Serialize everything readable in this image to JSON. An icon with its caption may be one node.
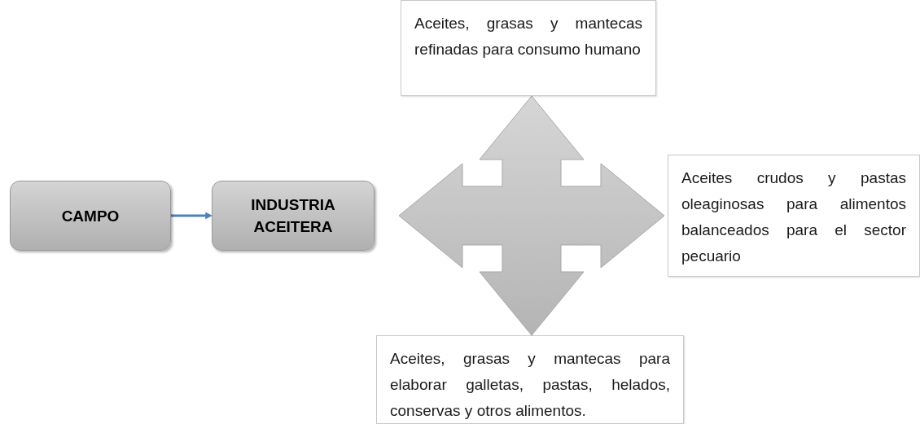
{
  "diagram": {
    "nodes": [
      {
        "text": [
          "CAMPO"
        ]
      },
      {
        "text": [
          "INDUSTRIA ACEITERA"
        ]
      },
      {
        "text": [
          "Aceites, grasas y mantecas refinadas para consumo humano"
        ]
      },
      {
        "text": [
          "Aceites crudos y pastas oleaginosas para alimentos balanceados para el sector pecuario"
        ]
      },
      {
        "text": [
          "Aceites, grasas y mantecas para elaborar galletas, pastas, helados, conservas y otros alimentos."
        ]
      }
    ],
    "edges": [
      {
        "from": 0,
        "to": 1,
        "arrow": "to"
      },
      {
        "from": 1,
        "to": 2,
        "arrow": "both"
      },
      {
        "from": 1,
        "to": 3,
        "arrow": "both"
      },
      {
        "from": 1,
        "to": 4,
        "arrow": "both"
      }
    ]
  }
}
